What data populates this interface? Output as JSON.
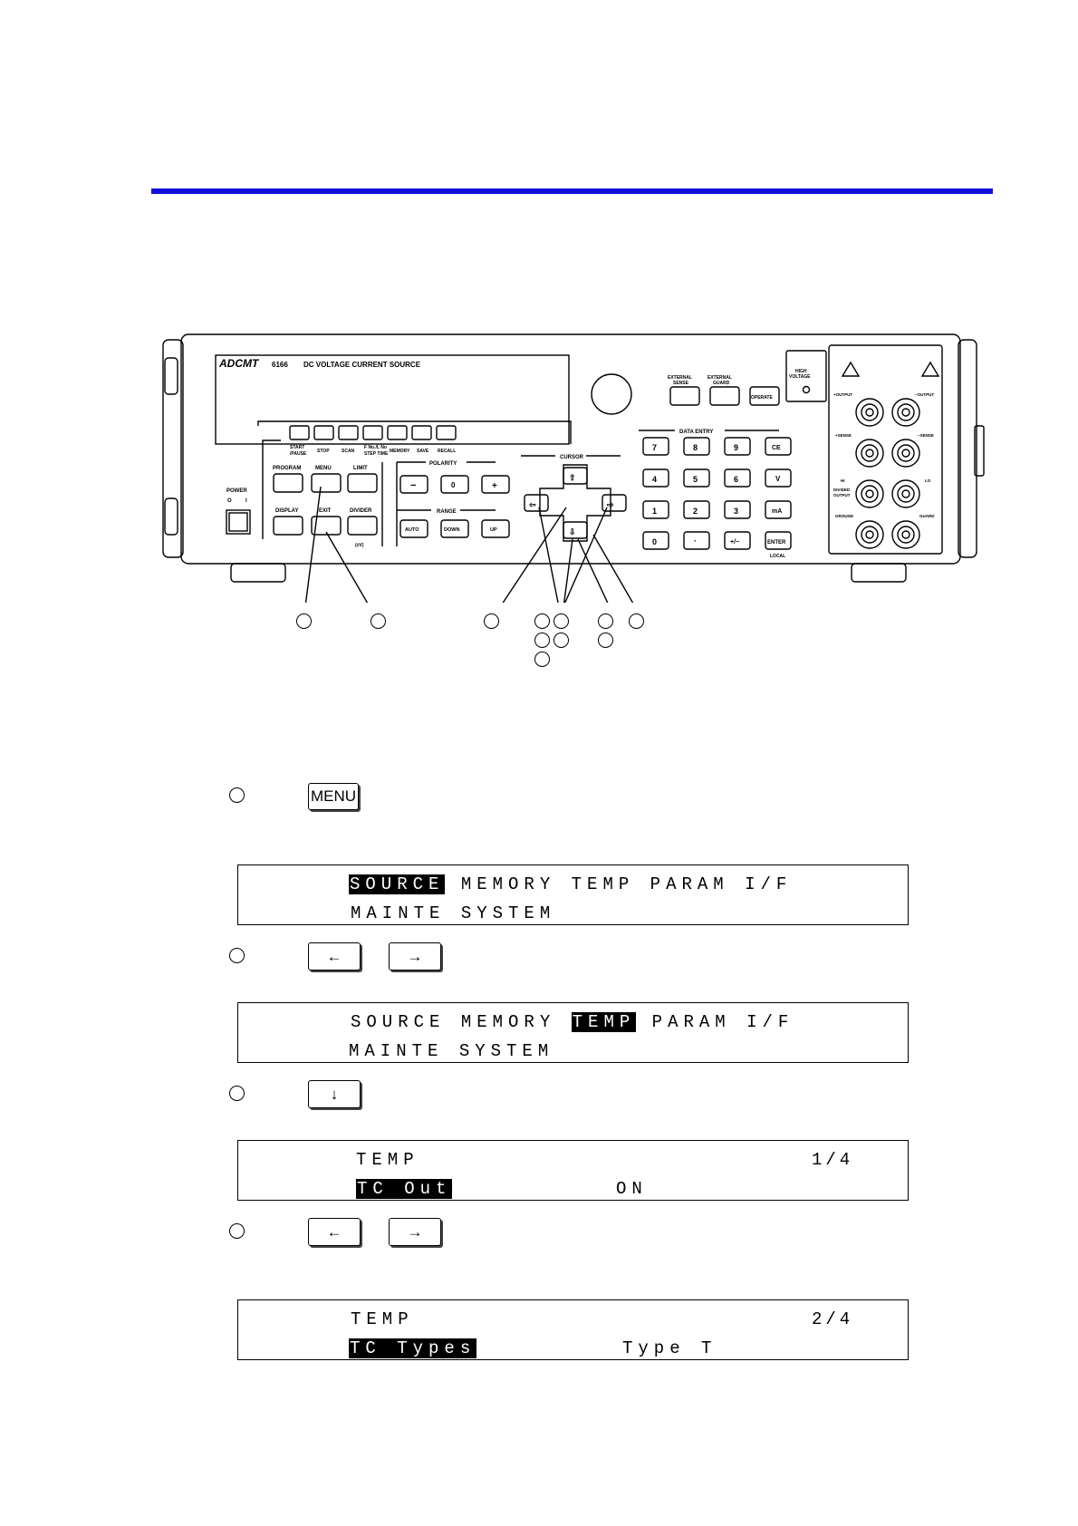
{
  "panel": {
    "brand": "ADCMT",
    "model": "6166",
    "product": "DC VOLTAGE CURRENT SOURCE",
    "func_keys": [
      "START\n/PAUSE",
      "STOP",
      "SCAN",
      "F No./L No\nSTEP TIME",
      "MEMORY",
      "SAVE",
      "RECALL"
    ],
    "program": "PROGRAM",
    "menu": "MENU",
    "limit": "LIMIT",
    "display": "DISPLAY",
    "exit": "EXIT",
    "divider": "DIVIDER",
    "divider_sub": "(±V)",
    "polarity": "POLARITY",
    "pol_keys": [
      "−",
      "0",
      "+"
    ],
    "range": "RANGE",
    "range_keys": [
      "AUTO",
      "DOWN",
      "UP"
    ],
    "power": "POWER",
    "power_on": "I",
    "power_off": "O",
    "cursor": "CURSOR",
    "ext_sense": "EXTERNAL\nSENSE",
    "ext_guard": "EXTERNAL\nGUARD",
    "operate": "OPERATE",
    "high_voltage": "HIGH\nVOLTAGE",
    "data_entry": "DATA ENTRY",
    "keypad": [
      [
        "7",
        "8",
        "9",
        "CE"
      ],
      [
        "4",
        "5",
        "6",
        "V"
      ],
      [
        "1",
        "2",
        "3",
        "mA"
      ],
      [
        "0",
        "·",
        "+/−",
        "ENTER"
      ]
    ],
    "local": "LOCAL",
    "terminals": {
      "output_pos": "+OUTPUT",
      "output_neg": "−OUTPUT",
      "sense_pos": "+SENSE",
      "sense_neg": "−SENSE",
      "hi": "HI",
      "lo": "LO",
      "divided": "DIVIDED\nOUTPUT",
      "ground": "GROUND",
      "guard": "GUARD"
    }
  },
  "keys": {
    "menu": "MENU",
    "left": "←",
    "right": "→",
    "down": "↓"
  },
  "screens": [
    {
      "l1": [
        "SOURCE",
        "MEMORY",
        "TEMP",
        "PARAM",
        "I/F"
      ],
      "l1_hl": 0,
      "l2": [
        "MAINTE",
        "SYSTEM"
      ]
    },
    {
      "l1": [
        "SOURCE",
        "MEMORY",
        "TEMP",
        "PARAM",
        "I/F"
      ],
      "l1_hl": 2,
      "l2": [
        "MAINTE",
        "SYSTEM"
      ]
    },
    {
      "title": "TEMP",
      "page": "1/4",
      "item": "TC Out",
      "value": "ON"
    },
    {
      "title": "TEMP",
      "page": "2/4",
      "item": "TC Types",
      "value": "Type T"
    }
  ]
}
